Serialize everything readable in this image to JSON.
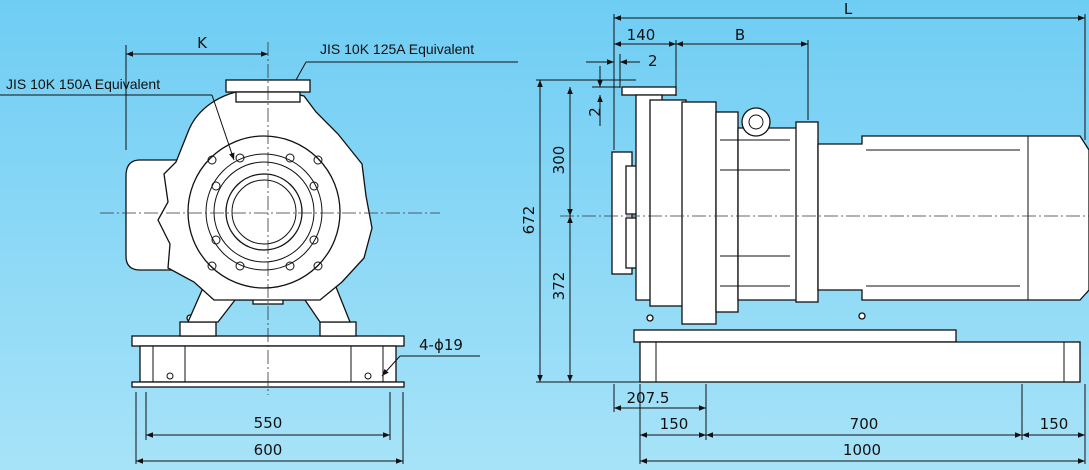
{
  "front_view": {
    "notes": {
      "discharge_flange": "JIS 10K 125A Equivalent",
      "suction_flange": "JIS 10K 150A Equivalent",
      "anchor_holes": "4-ϕ19"
    },
    "dims": {
      "k": "K",
      "bolt_span": "550",
      "base_width": "600"
    }
  },
  "side_view": {
    "dims": {
      "overall_length": "L",
      "suction_offset": "140",
      "bearing_b": "B",
      "flange_gap": "2",
      "flange_gap_v": "2",
      "discharge_height": "300",
      "overall_height": "672",
      "shaft_height": "372",
      "base_offset": "207.5",
      "end_left": "150",
      "center_span": "700",
      "end_right": "150",
      "base_length": "1000"
    }
  }
}
